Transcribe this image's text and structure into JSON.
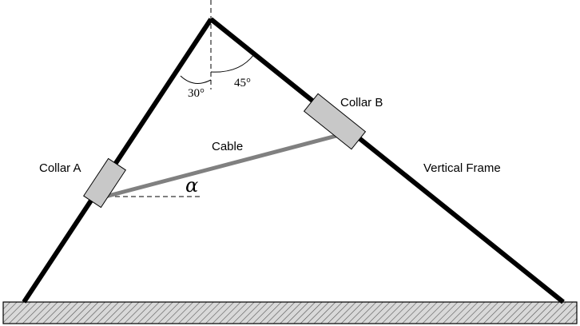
{
  "labels": {
    "collar_a": "Collar A",
    "collar_b": "Collar B",
    "cable": "Cable",
    "vertical_frame": "Vertical Frame",
    "alpha": "α",
    "angle_left": "30°",
    "angle_right": "45°"
  },
  "angles_deg": {
    "left_from_vertical": 30,
    "right_from_vertical": 45
  },
  "colors": {
    "frame": "#000000",
    "collar_fill": "#c8c8c8",
    "cable": "#808080",
    "ground_fill": "#d9d9d9"
  }
}
